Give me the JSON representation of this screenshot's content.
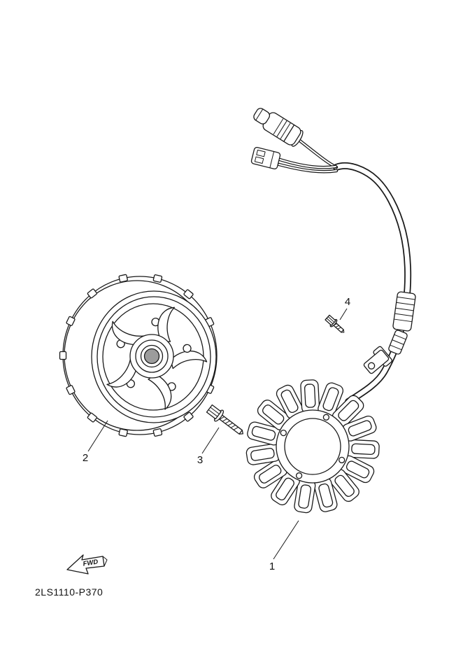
{
  "diagram": {
    "part_code": "2LS1110-P370",
    "fwd_label": "FWD",
    "callouts": [
      {
        "label": "1"
      },
      {
        "label": "2"
      },
      {
        "label": "3"
      },
      {
        "label": "4"
      }
    ],
    "colors": {
      "line": "#1a1a1a",
      "background": "#ffffff"
    }
  }
}
